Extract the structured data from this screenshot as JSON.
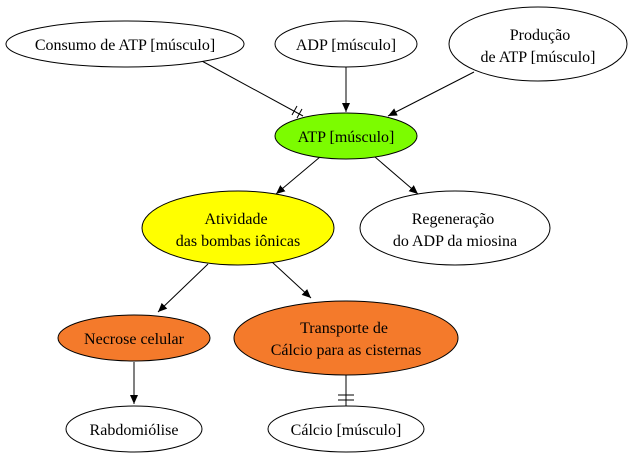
{
  "colors": {
    "green": "#7cfc00",
    "yellow": "#ffff00",
    "orange": "#f47a2b",
    "white": "#ffffff",
    "stroke": "#000000"
  },
  "nodes": {
    "consumo": {
      "lines": [
        "Consumo de ATP [músculo]"
      ]
    },
    "adp": {
      "lines": [
        "ADP [músculo]"
      ]
    },
    "producao": {
      "lines": [
        "Produção",
        "de ATP [músculo]"
      ]
    },
    "atp": {
      "lines": [
        "ATP [músculo]"
      ]
    },
    "atividade": {
      "lines": [
        "Atividade",
        "das bombas iônicas"
      ]
    },
    "regeneracao": {
      "lines": [
        "Regeneração",
        "do ADP da miosina"
      ]
    },
    "necrose": {
      "lines": [
        "Necrose celular"
      ]
    },
    "transporte": {
      "lines": [
        "Transporte de",
        "Cálcio para as cisternas"
      ]
    },
    "rabdomiolise": {
      "lines": [
        "Rabdomiólise"
      ]
    },
    "calcio": {
      "lines": [
        "Cálcio [músculo]"
      ]
    }
  },
  "edges": [
    {
      "from": "consumo",
      "to": "atp",
      "head": "tee"
    },
    {
      "from": "adp",
      "to": "atp",
      "head": "arrow"
    },
    {
      "from": "producao",
      "to": "atp",
      "head": "arrow"
    },
    {
      "from": "atp",
      "to": "atividade",
      "head": "arrow"
    },
    {
      "from": "atp",
      "to": "regeneracao",
      "head": "arrow"
    },
    {
      "from": "atividade",
      "to": "necrose",
      "head": "arrow"
    },
    {
      "from": "atividade",
      "to": "transporte",
      "head": "arrow"
    },
    {
      "from": "necrose",
      "to": "rabdomiolise",
      "head": "arrow"
    },
    {
      "from": "transporte",
      "to": "calcio",
      "head": "tee"
    }
  ]
}
